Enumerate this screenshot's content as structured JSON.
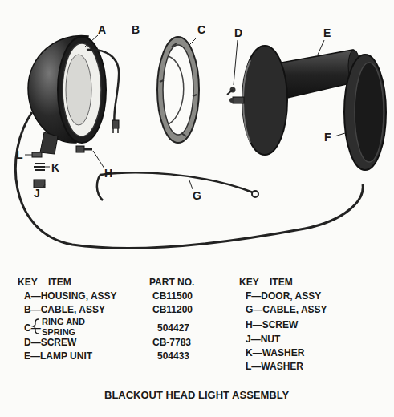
{
  "diagram": {
    "caption": "BLACKOUT HEAD LIGHT ASSEMBLY",
    "labels": [
      "A",
      "B",
      "C",
      "D",
      "E",
      "F",
      "G",
      "H",
      "L",
      "K",
      "J",
      "KEY",
      "ITEM",
      "PART NO.",
      "KEY",
      "ITEM",
      "A—HOUSING, ASSY",
      "CB11500",
      "B—CABLE, ASSY",
      "CB11200",
      "C—",
      "RING AND",
      "SPRING",
      "504427",
      "D—SCREW",
      "CB-7783",
      "E—LAMP UNIT",
      "504433",
      "F—DOOR, ASSY",
      "G—CABLE, ASSY",
      "H—SCREW",
      "J—NUT",
      "K—WASHER",
      "L—WASHER"
    ]
  }
}
